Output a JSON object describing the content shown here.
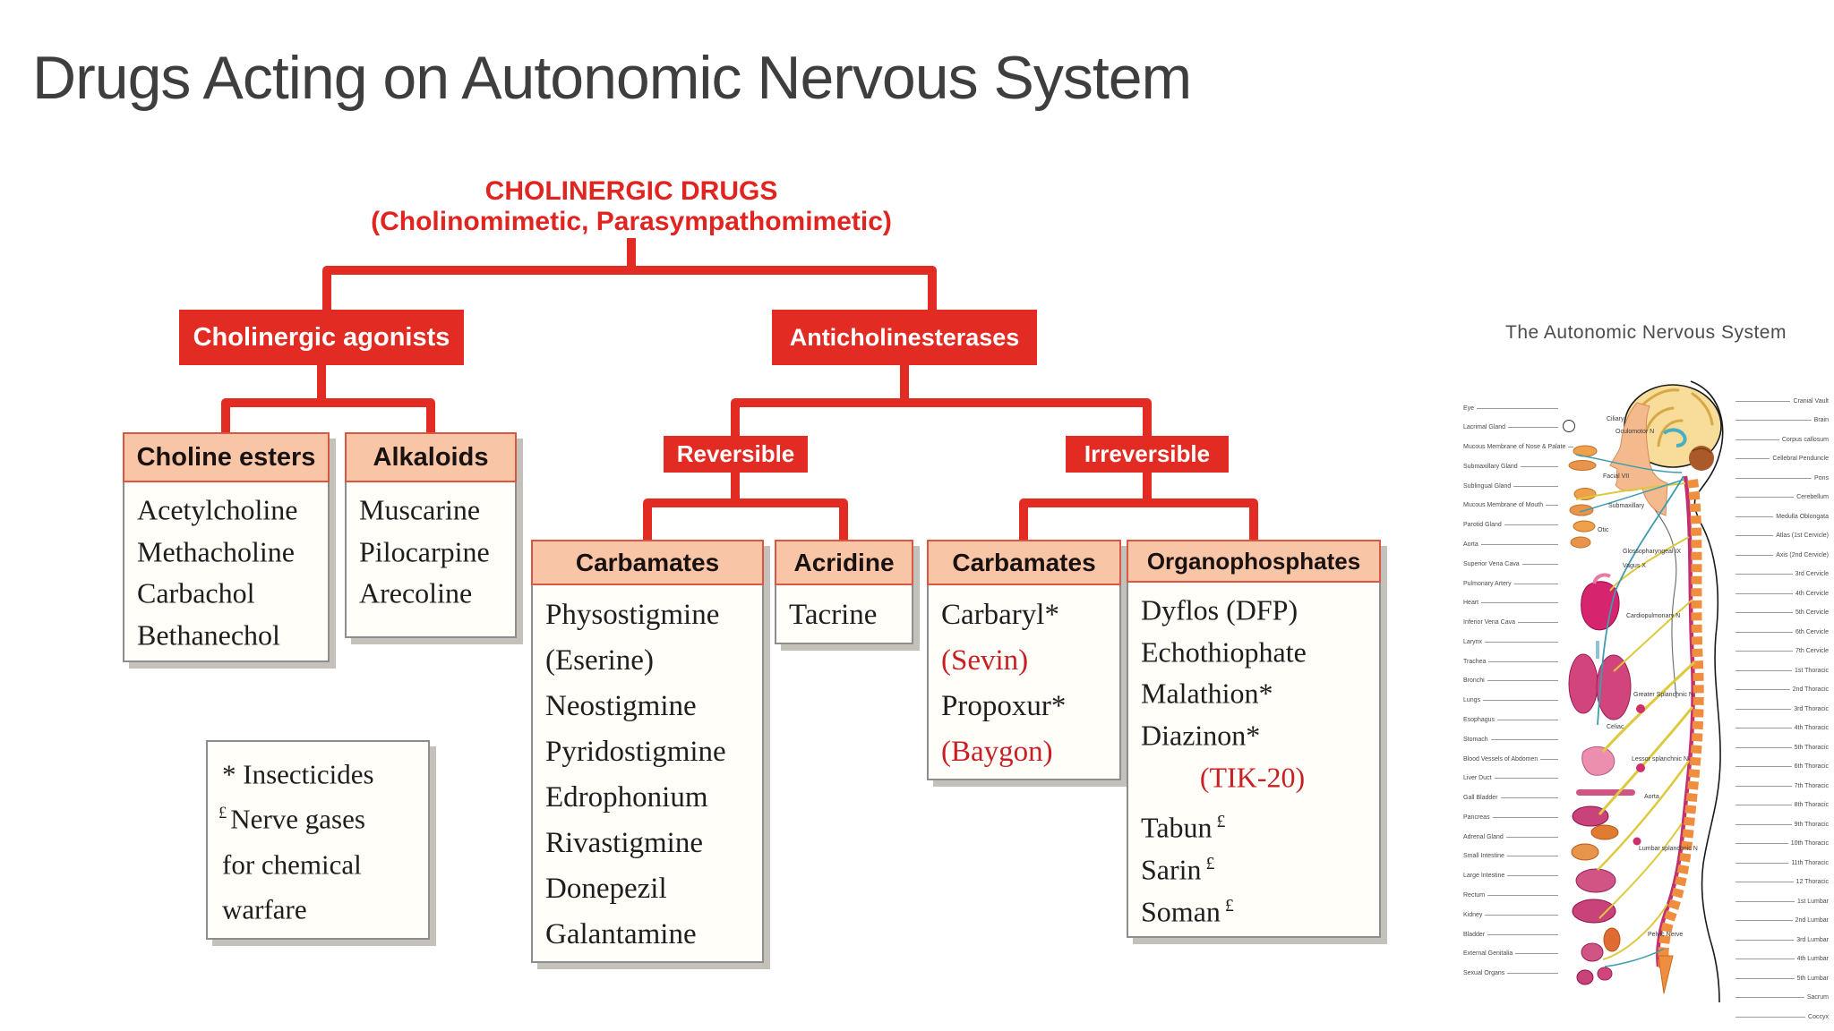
{
  "slide": {
    "title": "Drugs Acting on Autonomic Nervous System"
  },
  "flowchart": {
    "root": {
      "title": "CHOLINERGIC DRUGS",
      "subtitle": "(Cholinomimetic, Parasympathomimetic)"
    },
    "branches": {
      "cholinergic_agonists": {
        "label": "Cholinergic agonists"
      },
      "anticholinesterases": {
        "label": "Anticholinesterases"
      },
      "reversible": {
        "label": "Reversible"
      },
      "irreversible": {
        "label": "Irreversible"
      }
    },
    "cards": {
      "choline_esters": {
        "header": "Choline esters",
        "items": [
          "Acetylcholine",
          "Methacholine",
          "Carbachol",
          "Bethanechol"
        ]
      },
      "alkaloids": {
        "header": "Alkaloids",
        "items": [
          "Muscarine",
          "Pilocarpine",
          "Arecoline"
        ]
      },
      "carbamates_reversible": {
        "header": "Carbamates",
        "items": [
          "Physostigmine",
          "(Eserine)",
          "Neostigmine",
          "Pyridostigmine",
          "Edrophonium",
          "Rivastigmine",
          "Donepezil",
          "Galantamine"
        ]
      },
      "acridine": {
        "header": "Acridine",
        "items": [
          "Tacrine"
        ]
      },
      "carbamates_irreversible": {
        "header": "Carbamates",
        "items": [
          "Carbaryl*",
          {
            "text": "(Sevin)",
            "class": "accent"
          },
          "Propoxur*",
          {
            "text": "(Baygon)",
            "class": "accent"
          }
        ]
      },
      "organophosphates": {
        "header": "Organophosphates",
        "items": [
          "Dyflos (DFP)",
          "Echothiophate",
          "Malathion*",
          "Diazinon*",
          {
            "text": "(TIK-20)",
            "class": "accent center"
          },
          {
            "text": "Tabun",
            "sup": "£",
            "class": "gap"
          },
          {
            "text": "Sarin",
            "sup": "£"
          },
          {
            "text": "Soman",
            "sup": "£"
          }
        ]
      }
    },
    "footnote": {
      "lines": [
        "* Insecticides",
        {
          "pre": "£",
          "text": "Nerve gases"
        },
        "for chemical",
        "warfare"
      ]
    }
  },
  "anatomy": {
    "title": "The Autonomic Nervous System",
    "left_labels": [
      "Eye",
      "Lacrimal Gland",
      "Mucous Membrane of Nose & Palate",
      "Submaxillary Gland",
      "Sublingual Gland",
      "Mucous Membrane of Mouth",
      "Parotid Gland",
      "Aorta",
      "Superior Vena Cava",
      "Pulmonary Artery",
      "Heart",
      "Inferior Vena Cava",
      "Larynx",
      "Trachea",
      "Bronchi",
      "Lungs",
      "Esophagus",
      "Stomach",
      "Blood Vessels of Abdomen",
      "Liver Duct",
      "Gall Bladder",
      "Pancreas",
      "Adrenal Gland",
      "Small Intestine",
      "Large Intestine",
      "Rectum",
      "Kidney",
      "Bladder",
      "External Genitalia",
      "Sexual Organs"
    ],
    "right_labels": [
      "Cranial Vault",
      "Brain",
      "Corpus callosum",
      "Cellebral Penduncle",
      "Pons",
      "Cerebellum",
      "Medulla Oblongata",
      "Atlas (1st Cervicle)",
      "Axis (2nd Cervicle)",
      "3rd Cervicle",
      "4th Cervicle",
      "5th Cervicle",
      "6th Cervicle",
      "7th Cervicle",
      "1st Thoracic",
      "2nd Thoracic",
      "3rd Thoracic",
      "4th Thoracic",
      "5th Thoracic",
      "6th Thoracic",
      "7th Thoracic",
      "8th Thoracic",
      "9th Thoracic",
      "10th Thoracic",
      "11th Thoracic",
      "12 Thoracic",
      "1st Lumbar",
      "2nd Lumbar",
      "3rd Lumbar",
      "4th Lumbar",
      "5th Lumbar",
      "Sacrum",
      "Coccyx"
    ],
    "inner_labels": [
      "Ciliary",
      "Oculomotor N",
      "Facial VII",
      "Submaxillary",
      "Otic",
      "Glossopharyngeal IX",
      "Vagus X",
      "Cardiopulmonary N",
      "Greater Splanchnic N",
      "Celiac",
      "Lessor splanchnic N",
      "Aorta",
      "Lumbar splanchnic N",
      "Pelvic Nerve"
    ]
  },
  "colors": {
    "tree_red": "#e22b23",
    "header_text_red": "#e02521",
    "salmon_header": "#f9c5a7",
    "accent_red": "#c81f25",
    "card_border_gray": "#8d8d8d",
    "title_gray": "#3e3e3e"
  }
}
